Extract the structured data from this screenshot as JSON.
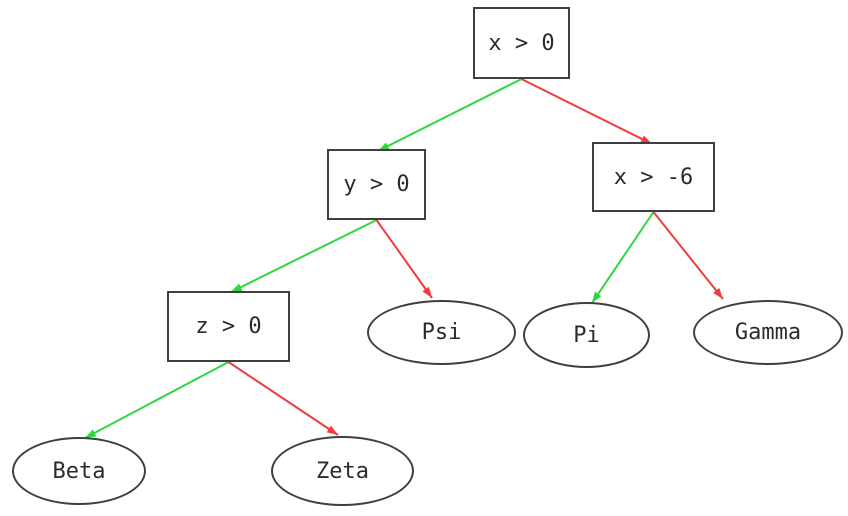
{
  "diagram": {
    "type": "decision-tree",
    "nodes": {
      "root": {
        "label": "x > 0",
        "shape": "rect"
      },
      "y_gt_0": {
        "label": "y > 0",
        "shape": "rect"
      },
      "x_gt_neg6": {
        "label": "x > -6",
        "shape": "rect"
      },
      "z_gt_0": {
        "label": "z > 0",
        "shape": "rect"
      },
      "psi": {
        "label": "Psi",
        "shape": "ellipse"
      },
      "pi": {
        "label": "Pi",
        "shape": "ellipse"
      },
      "gamma": {
        "label": "Gamma",
        "shape": "ellipse"
      },
      "beta": {
        "label": "Beta",
        "shape": "ellipse"
      },
      "zeta": {
        "label": "Zeta",
        "shape": "ellipse"
      }
    },
    "edges": [
      {
        "from": "x > 0",
        "to": "y > 0",
        "branch": "true"
      },
      {
        "from": "x > 0",
        "to": "x > -6",
        "branch": "false"
      },
      {
        "from": "y > 0",
        "to": "z > 0",
        "branch": "true"
      },
      {
        "from": "y > 0",
        "to": "Psi",
        "branch": "false"
      },
      {
        "from": "x > -6",
        "to": "Pi",
        "branch": "true"
      },
      {
        "from": "x > -6",
        "to": "Gamma",
        "branch": "false"
      },
      {
        "from": "z > 0",
        "to": "Beta",
        "branch": "true"
      },
      {
        "from": "z > 0",
        "to": "Zeta",
        "branch": "false"
      }
    ]
  },
  "colors": {
    "true_branch": "#2fd73f",
    "false_branch": "#f03c3c",
    "node_border": "#3f3f3f",
    "node_fill": "#ffffff",
    "text": "#2b2b2b",
    "background": "#ffffff"
  }
}
